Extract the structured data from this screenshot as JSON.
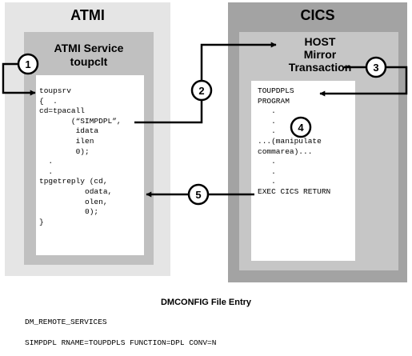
{
  "atmi": {
    "title": "ATMI",
    "service_title": "ATMI Service",
    "service_name": "toupclt",
    "code": "toupsrv\n{  .\ncd=tpacall\n       (“SIMPDPL”,\n        idata\n        ilen\n        0);\n  .\n  .\ntpgetreply (cd,\n          odata,\n          olen,\n          0);\n}"
  },
  "cics": {
    "title": "CICS",
    "host_title": "HOST\nMirror\nTransaction",
    "code": "TOUPDPLS\nPROGRAM\n   .\n   .\n   .\n...(manipulate\ncommarea)...\n   .\n   .\n   .\nEXEC CICS RETURN"
  },
  "steps": [
    "1",
    "2",
    "3",
    "4",
    "5"
  ],
  "caption": "DMCONFIG File Entry",
  "config": {
    "line1": "DM_REMOTE_SERVICES",
    "line2": "SIMPDPL RNAME=TOUPDPLS FUNCTION=DPL CONV=N"
  }
}
